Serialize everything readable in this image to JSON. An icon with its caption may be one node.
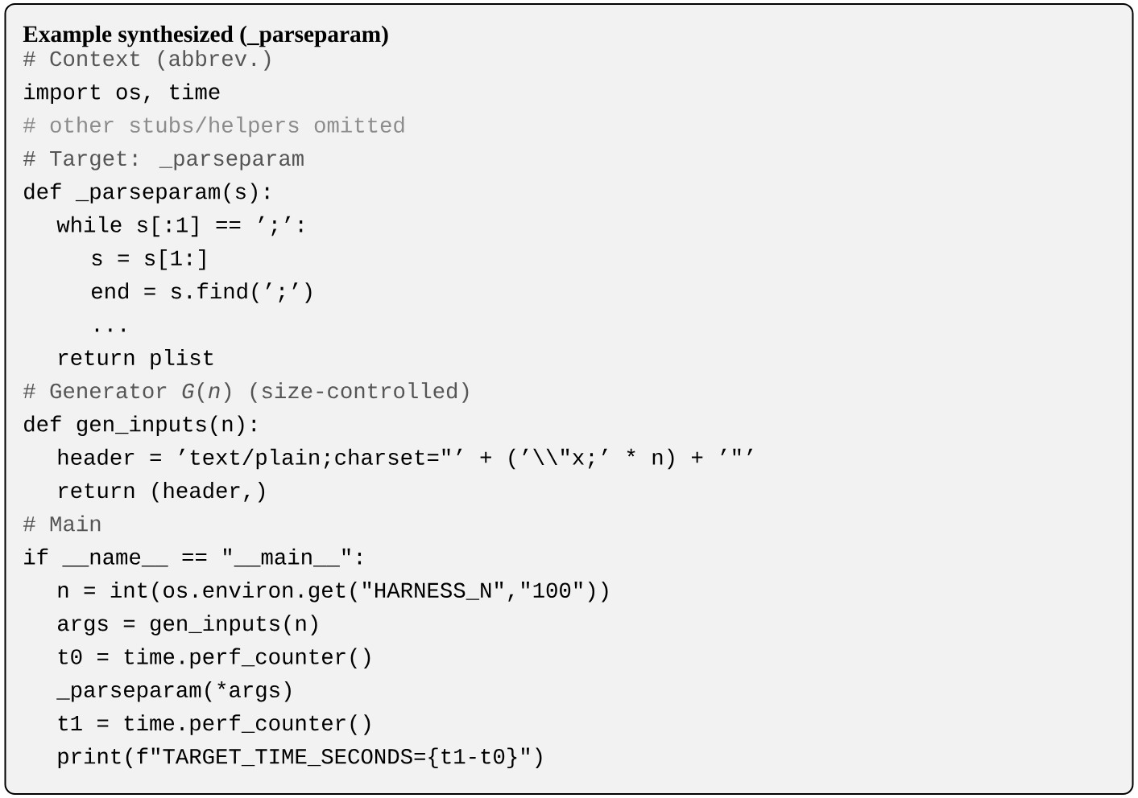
{
  "diagram": {
    "nodes": [
      {
        "text": [
          "Example synthesized (_parseparam)"
        ]
      }
    ],
    "edges": [],
    "labels": [
      "# Context (abbrev.)",
      "import os, time",
      "# other stubs/helpers omitted",
      "# Target: _parseparam",
      "def _parseparam(s):",
      "while s[:1] == ’;’:",
      "s = s[1:]",
      "end = s.find(’;’)",
      "...",
      "return plist",
      "# Generator *G*(*n*) (size-controlled)",
      "def gen_inputs(n):",
      "header = ’text/plain;charset=\"’ + (’\\\\\"x;’ * n) + ’\"’",
      "return (header,)",
      "# Main",
      "if __name__ == \"__main__\":",
      "n = int(os.environ.get(\"HARNESS_N\",\"100\"))",
      "args = gen_inputs(n)",
      "t0 = time.perf_counter()",
      "_parseparam(*args)",
      "t1 = time.perf_counter()",
      "print(f\"TARGET_TIME_SECONDS={t1-t0}\")"
    ]
  }
}
